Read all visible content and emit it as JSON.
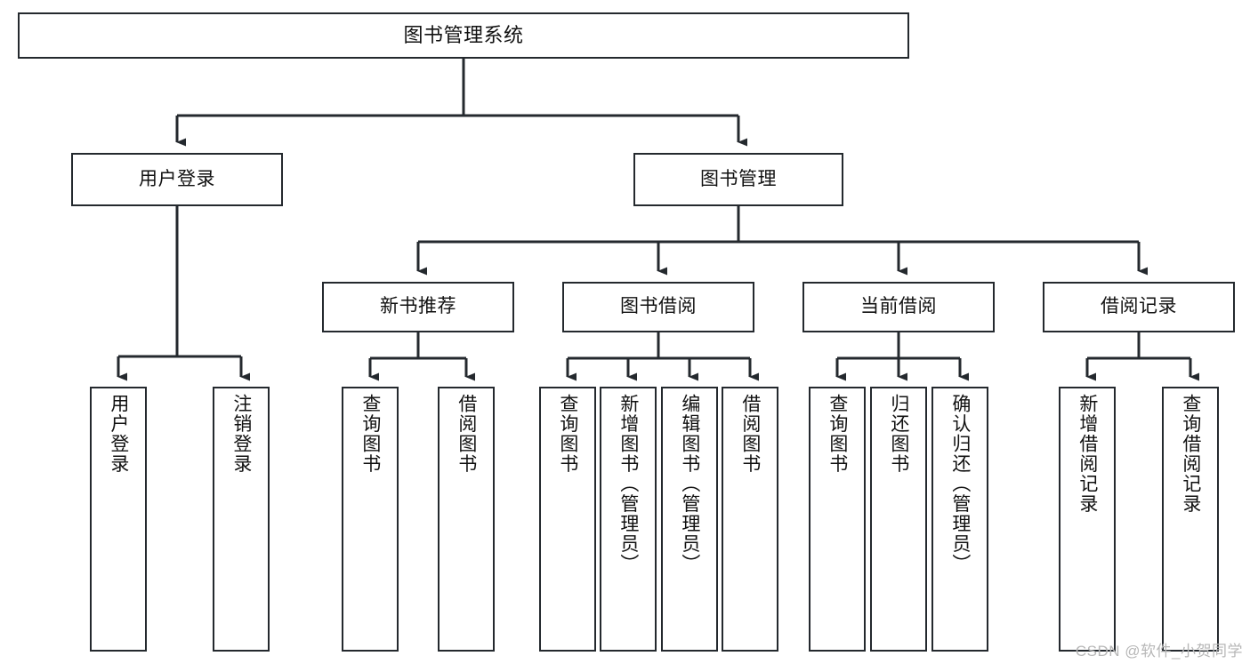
{
  "diagram": {
    "title": "图书管理系统",
    "type": "tree",
    "watermark": "CSDN @软件_小贺同学",
    "colors": {
      "stroke": "#24292e",
      "fill": "#ffffff",
      "text": "#111111",
      "watermark": "#b7b7b7"
    },
    "nodes": {
      "root": {
        "label": "图书管理系统"
      },
      "level2": [
        {
          "id": "user-login",
          "label": "用户登录"
        },
        {
          "id": "book-manage",
          "label": "图书管理"
        }
      ],
      "level3": [
        {
          "id": "new-book-rec",
          "label": "新书推荐"
        },
        {
          "id": "book-borrow",
          "label": "图书借阅"
        },
        {
          "id": "current-borrow",
          "label": "当前借阅"
        },
        {
          "id": "borrow-record",
          "label": "借阅记录"
        }
      ],
      "leaves": {
        "user_login": [
          {
            "id": "leaf-user-login",
            "label": "用户登录"
          },
          {
            "id": "leaf-user-logout",
            "label": "注销登录"
          }
        ],
        "new_book_rec": [
          {
            "id": "leaf-query-book-1",
            "label": "查询图书"
          },
          {
            "id": "leaf-borrow-book-1",
            "label": "借阅图书"
          }
        ],
        "book_borrow": [
          {
            "id": "leaf-query-book-2",
            "label": "查询图书"
          },
          {
            "id": "leaf-add-book",
            "label": "新增图书（管理员）"
          },
          {
            "id": "leaf-edit-book",
            "label": "编辑图书（管理员）"
          },
          {
            "id": "leaf-borrow-book-2",
            "label": "借阅图书"
          }
        ],
        "current_borrow": [
          {
            "id": "leaf-query-book-3",
            "label": "查询图书"
          },
          {
            "id": "leaf-return-book",
            "label": "归还图书"
          },
          {
            "id": "leaf-confirm-return",
            "label": "确认归还（管理员）"
          }
        ],
        "borrow_record": [
          {
            "id": "leaf-add-record",
            "label": "新增借阅记录"
          },
          {
            "id": "leaf-query-record",
            "label": "查询借阅记录"
          }
        ]
      }
    }
  }
}
